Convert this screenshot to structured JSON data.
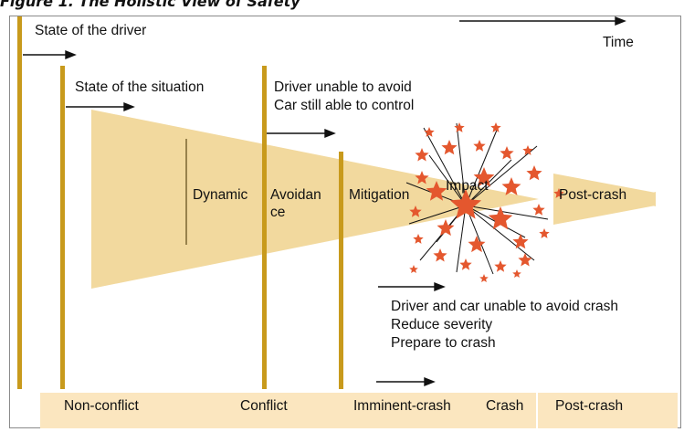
{
  "figure_title": "Figure 1. The Holistic View of Safety",
  "time_label": "Time",
  "driver_state_label": "State of the driver",
  "situation_state_label": "State of the situation",
  "avoid_note": [
    "Driver unable to avoid",
    "Car still able to control"
  ],
  "stages": {
    "dynamic": "Dynamic",
    "avoidance": "Avoidan ce",
    "mitigation": "Mitigation",
    "impact": "Impact",
    "post_crash": "Post-crash"
  },
  "crash_note": [
    "Driver and car unable to avoid crash",
    "Reduce severity",
    "Prepare to crash"
  ],
  "phases": [
    "Non-conflict",
    "Conflict",
    "Imminent-crash",
    "Crash",
    "Post-crash"
  ],
  "colors": {
    "bar": "#c89a1c",
    "wedge": "#f2d99e",
    "band": "#fbe6bf",
    "star": "#e4572e"
  }
}
